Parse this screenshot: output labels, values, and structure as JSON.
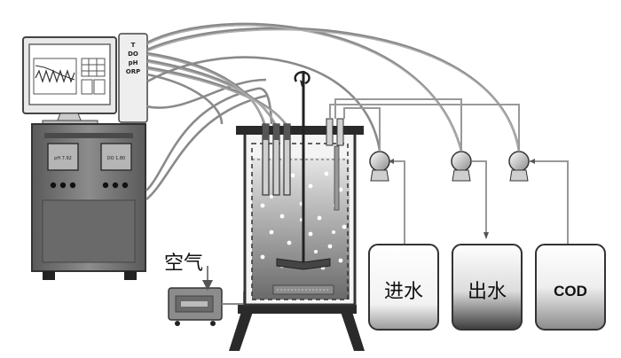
{
  "monitor": {
    "sensor_labels": [
      "T",
      "DO",
      "pH",
      "ORP"
    ],
    "display_left": "pH 7.92",
    "display_right": "DO 1.80"
  },
  "air": {
    "label": "空气"
  },
  "tanks": {
    "inlet": {
      "label": "进水"
    },
    "outlet": {
      "label": "出水"
    },
    "cod": {
      "label": "COD"
    }
  },
  "colors": {
    "tube": "#8a8a8a",
    "tube_dark": "#555555",
    "cabinet": "#6e6e6e",
    "liquid": "#9a9a9a"
  }
}
